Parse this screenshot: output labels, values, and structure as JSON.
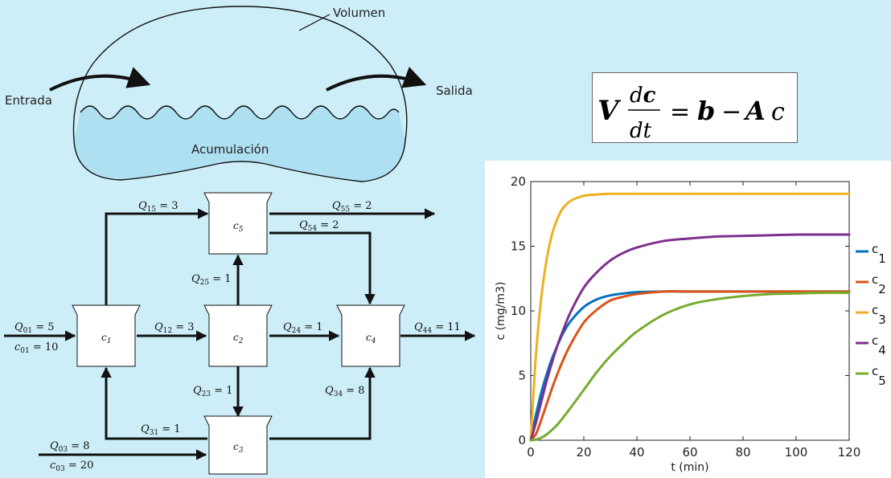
{
  "top_diagram": {
    "volume_label": "Volumen",
    "inlet_label": "Entrada",
    "outlet_label": "Salida",
    "accumulation_label": "Acumulación"
  },
  "equation": {
    "text": "V dc/dt = b − Ac"
  },
  "reactors": {
    "c1": {
      "label": "c",
      "sub": "1"
    },
    "c2": {
      "label": "c",
      "sub": "2"
    },
    "c3": {
      "label": "c",
      "sub": "3"
    },
    "c4": {
      "label": "c",
      "sub": "4"
    },
    "c5": {
      "label": "c",
      "sub": "5"
    }
  },
  "flows": {
    "q15": {
      "sym": "Q",
      "sub": "15",
      "val": " = 3"
    },
    "q55": {
      "sym": "Q",
      "sub": "55",
      "val": " = 2"
    },
    "q54": {
      "sym": "Q",
      "sub": "54",
      "val": " = 2"
    },
    "q25": {
      "sym": "Q",
      "sub": "25",
      "val": " = 1"
    },
    "q01": {
      "sym": "Q",
      "sub": "01",
      "val": " = 5"
    },
    "c01": {
      "sym": "c",
      "sub": "01",
      "val": " = 10"
    },
    "q12": {
      "sym": "Q",
      "sub": "12",
      "val": " = 3"
    },
    "q24": {
      "sym": "Q",
      "sub": "24",
      "val": " = 1"
    },
    "q44": {
      "sym": "Q",
      "sub": "44",
      "val": " = 11"
    },
    "q23": {
      "sym": "Q",
      "sub": "23",
      "val": " = 1"
    },
    "q34": {
      "sym": "Q",
      "sub": "34",
      "val": " = 8"
    },
    "q31": {
      "sym": "Q",
      "sub": "31",
      "val": " = 1"
    },
    "q03": {
      "sym": "Q",
      "sub": "03",
      "val": " = 8"
    },
    "c03": {
      "sym": "c",
      "sub": "03",
      "val": " = 20"
    }
  },
  "chart_data": {
    "type": "line",
    "xlabel": "t (min)",
    "ylabel": "c (mg/m3)",
    "xlim": [
      0,
      120
    ],
    "ylim": [
      0,
      20
    ],
    "xticks": [
      "0",
      "20",
      "40",
      "60",
      "80",
      "100",
      "120"
    ],
    "yticks": [
      "0",
      "5",
      "10",
      "15",
      "20"
    ],
    "grid": false,
    "legend_position": "right",
    "x": [
      0,
      2,
      4,
      6,
      8,
      10,
      12,
      15,
      20,
      25,
      30,
      35,
      40,
      50,
      60,
      70,
      80,
      90,
      100,
      110,
      120
    ],
    "series": [
      {
        "name": "c",
        "sub": "1",
        "color": "#0072bd",
        "values": [
          0,
          2.0,
          3.7,
          5.1,
          6.3,
          7.3,
          8.2,
          9.2,
          10.3,
          10.9,
          11.2,
          11.35,
          11.45,
          11.5,
          11.5,
          11.5,
          11.5,
          11.5,
          11.5,
          11.5,
          11.5
        ]
      },
      {
        "name": "c",
        "sub": "2",
        "color": "#d95319",
        "values": [
          0,
          0.5,
          1.6,
          2.8,
          4.0,
          5.1,
          6.1,
          7.4,
          9.1,
          10.1,
          10.8,
          11.1,
          11.3,
          11.5,
          11.5,
          11.5,
          11.5,
          11.5,
          11.5,
          11.5,
          11.5
        ]
      },
      {
        "name": "c",
        "sub": "3",
        "color": "#edb120",
        "values": [
          0,
          6.7,
          11.1,
          14.0,
          15.9,
          17.1,
          17.9,
          18.5,
          18.9,
          19.0,
          19.05,
          19.05,
          19.05,
          19.05,
          19.05,
          19.05,
          19.05,
          19.05,
          19.05,
          19.05,
          19.05
        ]
      },
      {
        "name": "c",
        "sub": "4",
        "color": "#7e2f8e",
        "values": [
          0,
          1.4,
          3.0,
          4.6,
          6.0,
          7.3,
          8.4,
          9.9,
          11.8,
          13.0,
          13.9,
          14.5,
          14.9,
          15.4,
          15.6,
          15.75,
          15.8,
          15.85,
          15.9,
          15.9,
          15.9
        ]
      },
      {
        "name": "c",
        "sub": "5",
        "color": "#77ac30",
        "values": [
          0,
          0.05,
          0.2,
          0.45,
          0.8,
          1.2,
          1.7,
          2.5,
          3.9,
          5.3,
          6.5,
          7.5,
          8.4,
          9.7,
          10.5,
          10.9,
          11.15,
          11.3,
          11.35,
          11.4,
          11.4
        ]
      }
    ]
  }
}
